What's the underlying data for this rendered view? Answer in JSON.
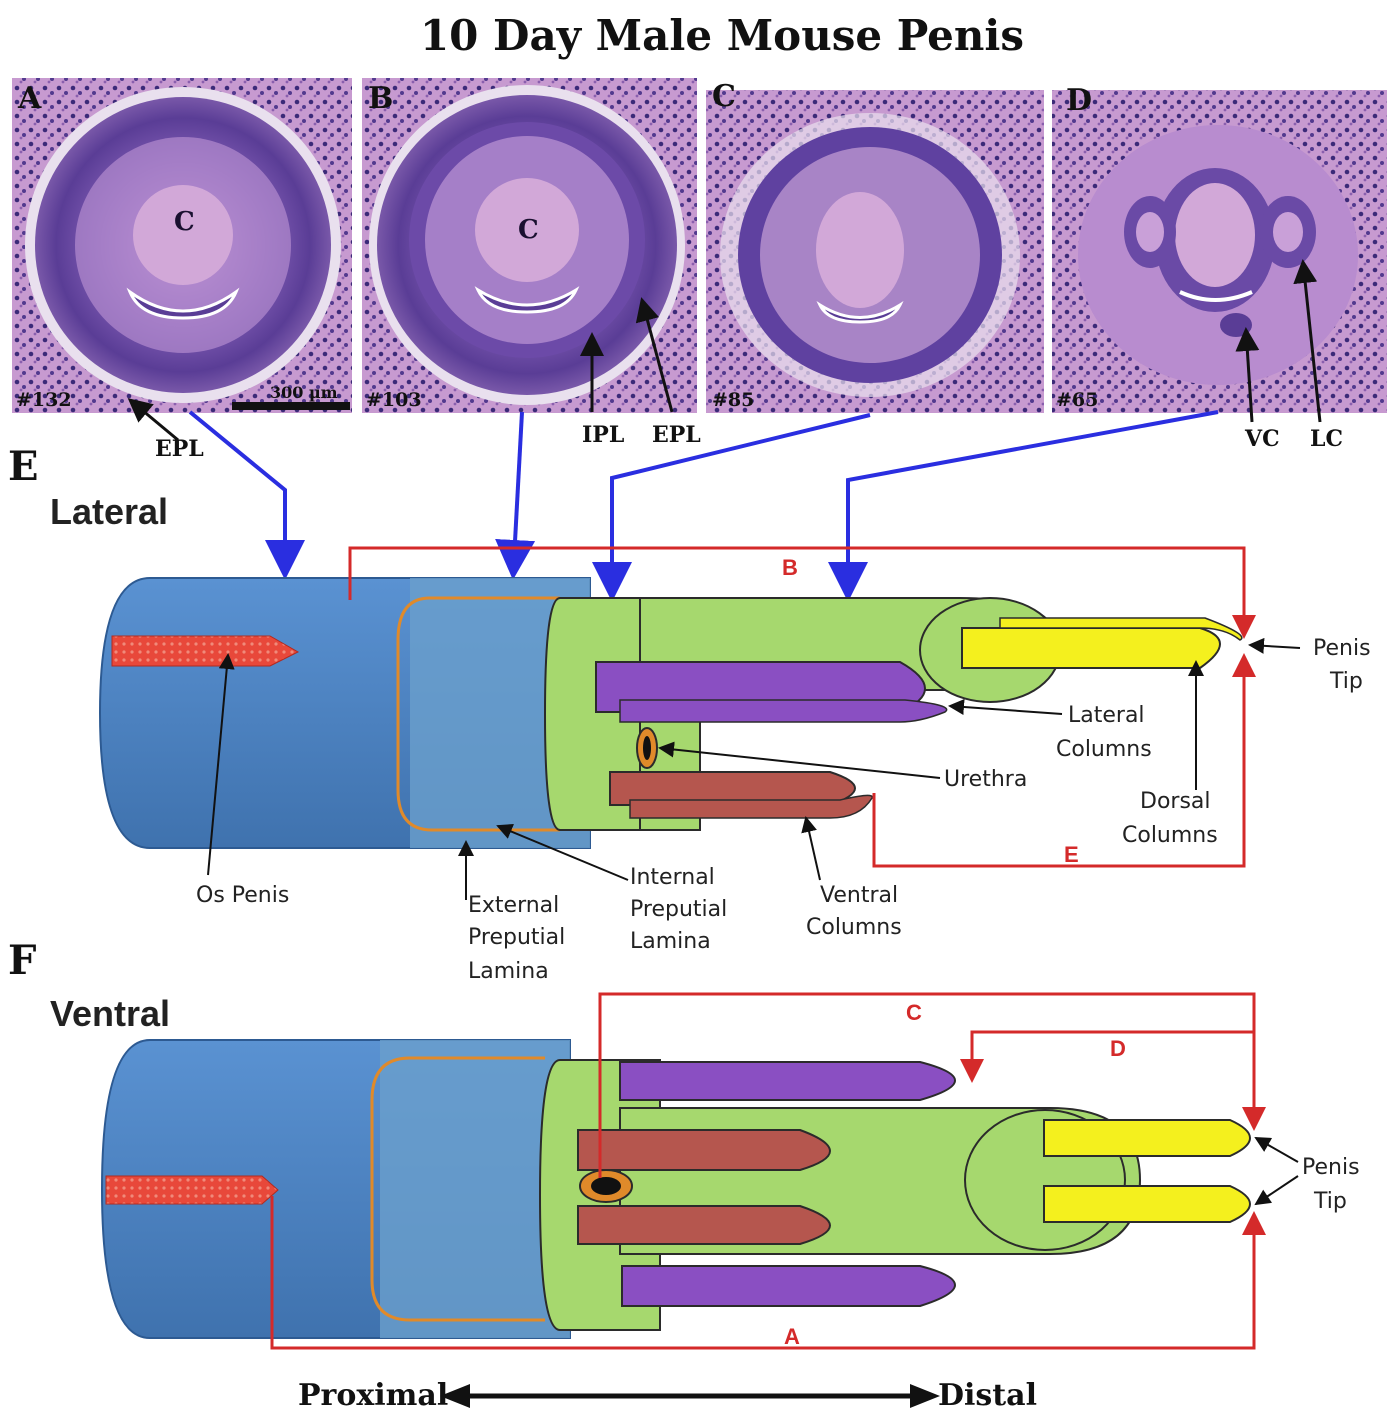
{
  "title": "10 Day Male Mouse Penis",
  "sections": [
    {
      "panel": "A",
      "slide": "#132",
      "center_label": "C"
    },
    {
      "panel": "B",
      "slide": "#103",
      "center_label": "C"
    },
    {
      "panel": "C",
      "slide": "#85",
      "center_label": ""
    },
    {
      "panel": "D",
      "slide": "#65",
      "center_label": ""
    }
  ],
  "scale_bar": "300 µm",
  "histology_labels": {
    "epl_a": "EPL",
    "ipl": "IPL",
    "epl_b": "EPL",
    "vc": "VC",
    "lc": "LC"
  },
  "panel_e": {
    "letter": "E",
    "view": "Lateral"
  },
  "panel_f": {
    "letter": "F",
    "view": "Ventral"
  },
  "lateral_labels": {
    "penis_tip_1": "Penis",
    "penis_tip_2": "Tip",
    "lateral_columns_1": "Lateral",
    "lateral_columns_2": "Columns",
    "urethra": "Urethra",
    "dorsal_columns_1": "Dorsal",
    "dorsal_columns_2": "Columns",
    "os_penis": "Os Penis",
    "external_1": "External",
    "external_2": "Preputial",
    "external_3": "Lamina",
    "internal_1": "Internal",
    "internal_2": "Preputial",
    "internal_3": "Lamina",
    "ventral_columns_1": "Ventral",
    "ventral_columns_2": "Columns"
  },
  "ventral_labels": {
    "penis_tip_1": "Penis",
    "penis_tip_2": "Tip"
  },
  "measurement_letters": {
    "a": "A",
    "b": "B",
    "c": "C",
    "d": "D",
    "e": "E"
  },
  "axis": {
    "proximal": "Proximal",
    "distal": "Distal"
  },
  "colors": {
    "outer_blue": "#4f86c6",
    "outer_blue_dark": "#3b6ea8",
    "prepuce_blue": "#6a9fcc",
    "orange": "#e08a2a",
    "green": "#a6d86e",
    "yellow": "#f4f01e",
    "purple": "#8a4fc2",
    "ventral_red": "#b5564e",
    "os_red": "#e8483a",
    "guide_red": "#d42a2a",
    "arrow_blue": "#2a2ee0",
    "histo_purple": "#7a4fa8"
  }
}
